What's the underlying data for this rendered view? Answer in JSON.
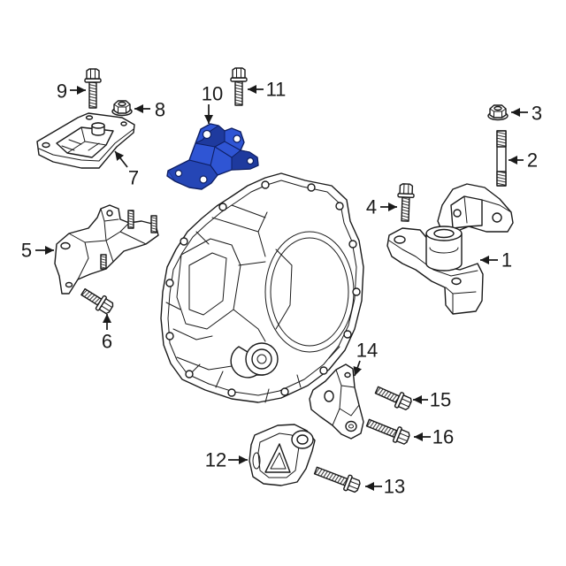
{
  "diagram": {
    "colors": {
      "background": "#ffffff",
      "line": "#1a1a1a",
      "highlight": "#2f55d4",
      "highlight_shade": "#1e3a9e"
    },
    "callouts": {
      "part_1": "1",
      "part_2": "2",
      "part_3": "3",
      "part_4": "4",
      "part_5": "5",
      "part_6": "6",
      "part_7": "7",
      "part_8": "8",
      "part_9": "9",
      "part_10": "10",
      "part_11": "11",
      "part_12": "12",
      "part_13": "13",
      "part_14": "14",
      "part_15": "15",
      "part_16": "16"
    }
  }
}
